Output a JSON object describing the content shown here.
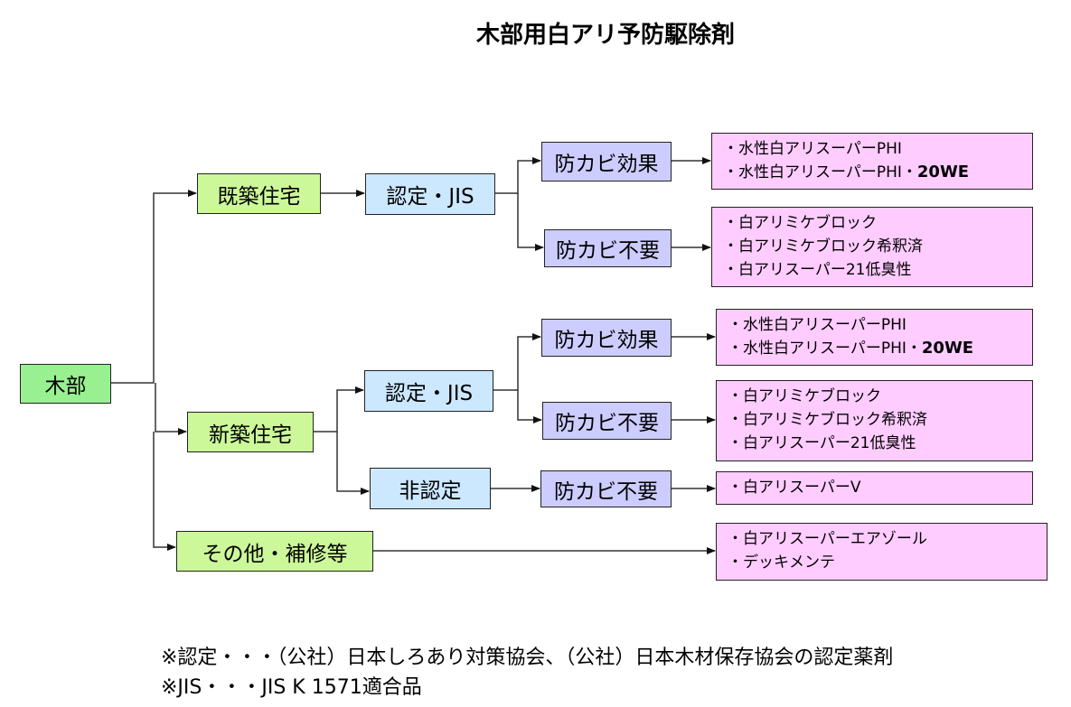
{
  "title": "木部用白アリ予防駆除剤",
  "root": "木部",
  "branches": {
    "existing": {
      "label": "既築住宅",
      "cert": "認定・JIS",
      "mold_effect": {
        "label": "防カビ効果",
        "products": [
          "・水性白アリスーパーPHI",
          "・水性白アリスーパーPHI・",
          "20WE"
        ]
      },
      "mold_none": {
        "label": "防カビ不要",
        "products": [
          "・白アリミケブロック",
          "・白アリミケブロック希釈済",
          "・白アリスーパー21低臭性"
        ]
      }
    },
    "new": {
      "label": "新築住宅",
      "cert": "認定・JIS",
      "mold_effect": {
        "label": "防カビ効果",
        "products": [
          "・水性白アリスーパーPHI",
          "・水性白アリスーパーPHI・",
          "20WE"
        ]
      },
      "mold_none": {
        "label": "防カビ不要",
        "products": [
          "・白アリミケブロック",
          "・白アリミケブロック希釈済",
          "・白アリスーパー21低臭性"
        ]
      },
      "noncert": "非認定",
      "noncert_mold_none": {
        "label": "防カビ不要",
        "products": [
          "・白アリスーパーV"
        ]
      }
    },
    "other": {
      "label": "その他・補修等",
      "products": [
        "・白アリスーパーエアゾール",
        "・デッキメンテ"
      ]
    }
  },
  "footnotes": [
    "※認定・・・（公社）日本しろあり対策協会、（公社）日本木材保存協会の認定薬剤",
    "※JIS・・・JIS K 1571適合品"
  ],
  "colors": {
    "root": "#99f090",
    "category": "#ccf899",
    "certification": "#cce8ff",
    "mold": "#ccccff",
    "products": "#ffccff"
  }
}
